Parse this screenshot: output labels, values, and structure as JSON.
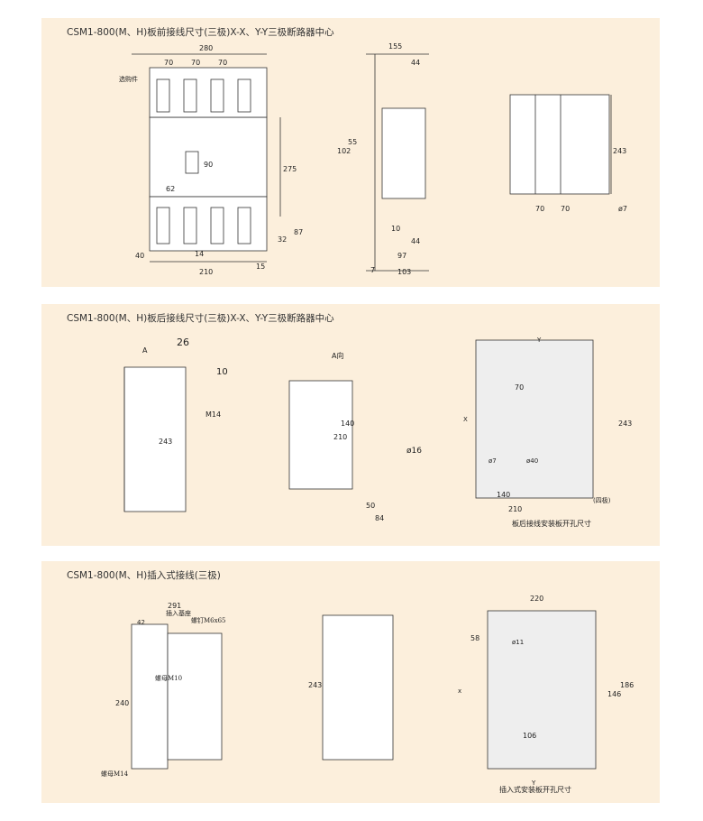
{
  "panels": [
    {
      "title": "CSM1-800(M、H)板前接线尺寸(三极)X-X、Y-Y三极断路器中心",
      "front": {
        "tag": "选购件",
        "dims": [
          "280",
          "70",
          "70",
          "70",
          "275",
          "90",
          "62",
          "87",
          "32",
          "40",
          "14",
          "15",
          "210"
        ]
      },
      "side": {
        "dims": [
          "155",
          "44",
          "102",
          "55",
          "10",
          "44",
          "97",
          "7",
          "103"
        ]
      },
      "mount": {
        "dims": [
          "243",
          "70",
          "70",
          "ø7"
        ]
      }
    },
    {
      "title": "CSM1-800(M、H)板后接线尺寸(三极)X-X、Y-Y三极断路器中心",
      "side": {
        "a_label": "A",
        "dims": [
          "26",
          "10",
          "M14",
          "243"
        ]
      },
      "view_a": {
        "label": "A向",
        "dims": [
          "140",
          "210",
          "ø16",
          "50",
          "84"
        ]
      },
      "cutout": {
        "axis_x": "X",
        "axis_y": "Y",
        "dims": [
          "70",
          "243",
          "ø7",
          "ø40",
          "140",
          "210"
        ],
        "note": "(四极)",
        "caption": "板后接线安装板开孔尺寸"
      }
    },
    {
      "title": "CSM1-800(M、H)插入式接线(三极)",
      "side": {
        "dims": [
          "291",
          "42",
          "240"
        ],
        "labels": [
          "插入基座",
          "螺钉M6x65",
          "螺母M10",
          "螺母M14"
        ]
      },
      "front": {
        "dims": [
          "243"
        ]
      },
      "cutout": {
        "axis_x": "x",
        "axis_y": "Y",
        "dims": [
          "220",
          "58",
          "ø11",
          "146",
          "186",
          "106"
        ],
        "caption": "插入式安装板开孔尺寸"
      }
    }
  ]
}
